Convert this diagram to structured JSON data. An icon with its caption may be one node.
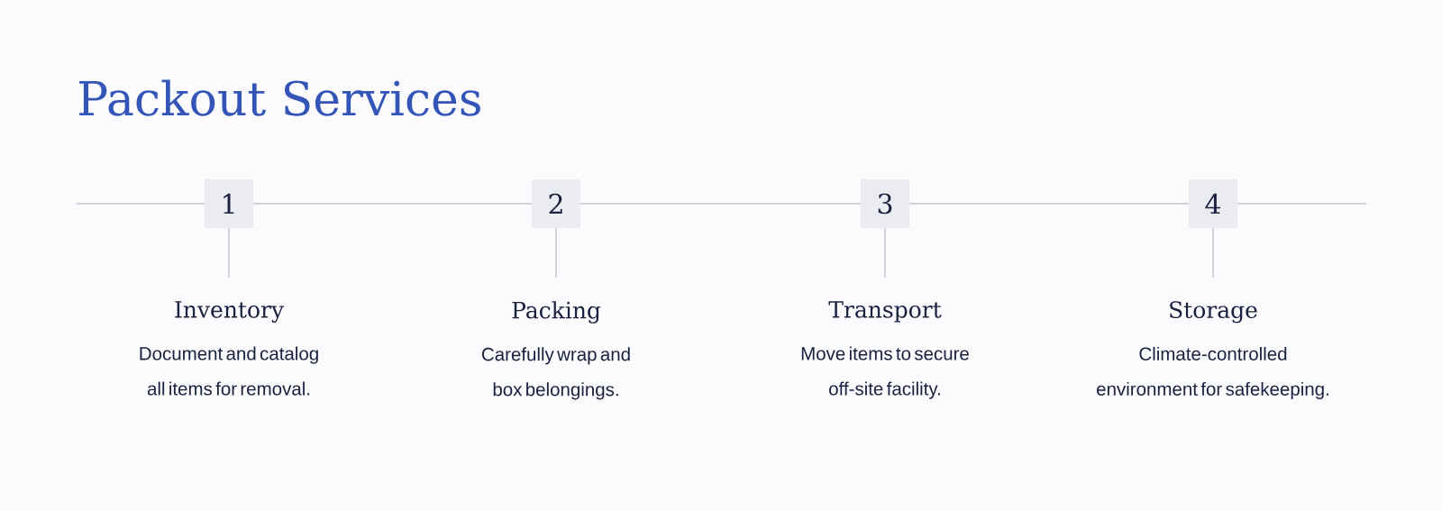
{
  "diagram": {
    "title": "Packout Services",
    "nodes": [
      {
        "text": [
          "1"
        ]
      },
      {
        "text": [
          "2"
        ]
      },
      {
        "text": [
          "3"
        ]
      },
      {
        "text": [
          "4"
        ]
      },
      {
        "text": [
          "Inventory",
          "Document and catalog all items for removal."
        ]
      },
      {
        "text": [
          "Packing",
          "Carefully wrap and box belongings."
        ]
      },
      {
        "text": [
          "Transport",
          "Move items to secure off-site facility."
        ]
      },
      {
        "text": [
          "Storage",
          "Climate-controlled environment for safekeeping."
        ]
      }
    ],
    "edges": [
      {
        "from": 0,
        "to": 1,
        "arrow": "none"
      },
      {
        "from": 1,
        "to": 2,
        "arrow": "none"
      },
      {
        "from": 2,
        "to": 3,
        "arrow": "none"
      },
      {
        "from": 0,
        "to": 4,
        "arrow": "none"
      },
      {
        "from": 1,
        "to": 5,
        "arrow": "none"
      },
      {
        "from": 2,
        "to": 6,
        "arrow": "none"
      },
      {
        "from": 3,
        "to": 7,
        "arrow": "none"
      }
    ]
  }
}
